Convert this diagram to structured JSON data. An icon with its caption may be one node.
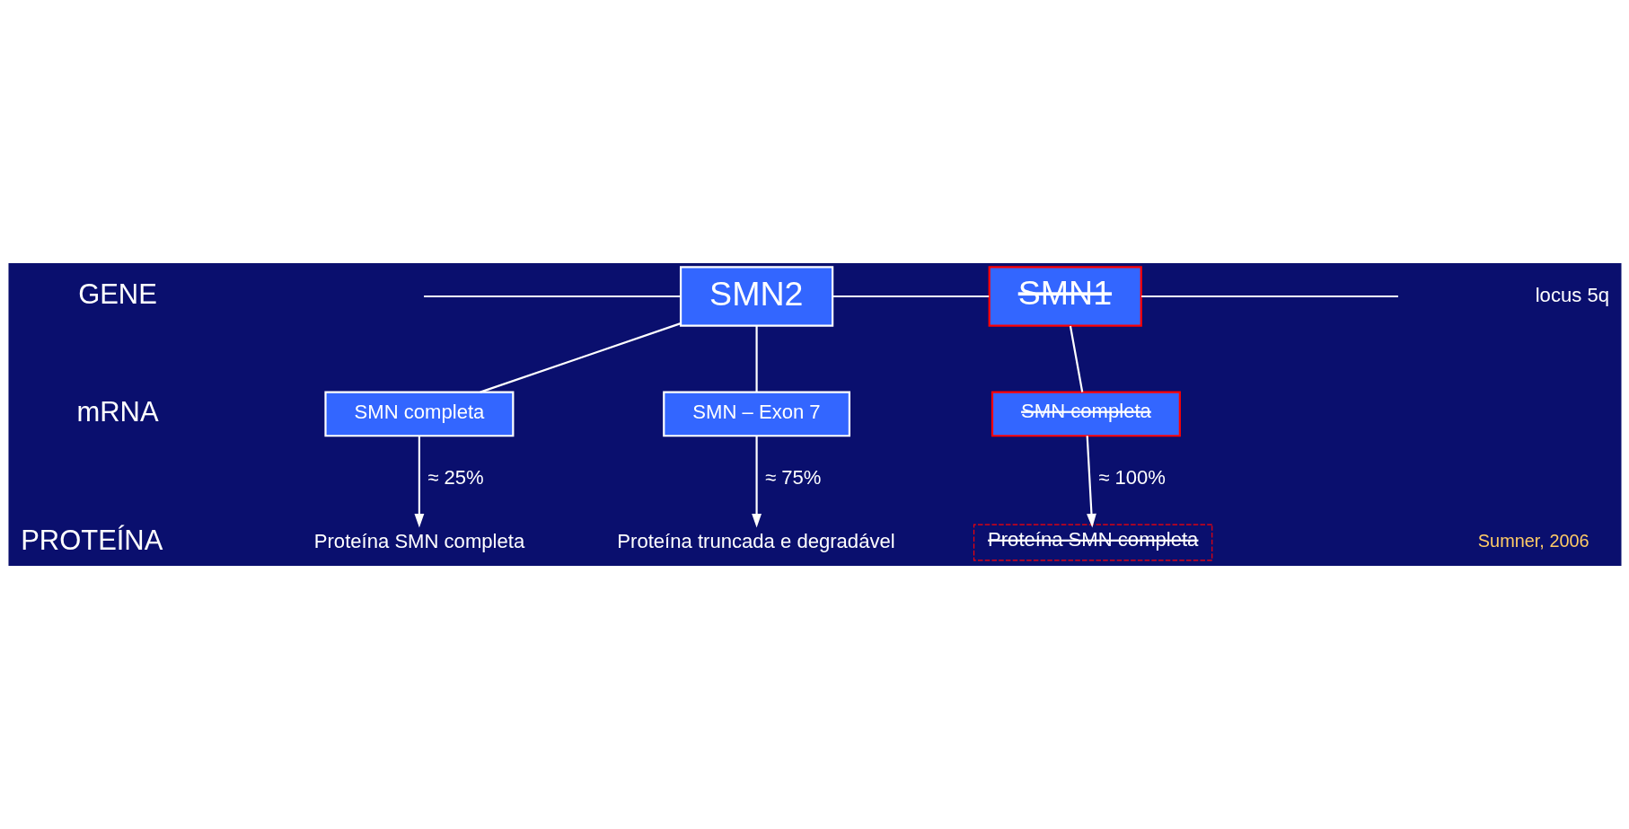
{
  "diagram": {
    "nodes": [
      {
        "text": [
          "SMN2"
        ]
      },
      {
        "text": [
          "SMN1"
        ]
      },
      {
        "text": [
          "SMN completa"
        ]
      },
      {
        "text": [
          "SMN – Exon 7"
        ]
      },
      {
        "text": [
          "SMN completa"
        ]
      },
      {
        "text": [
          "Proteína SMN completa"
        ]
      },
      {
        "text": [
          "Proteína truncada e degradável"
        ]
      },
      {
        "text": [
          "Proteína SMN completa"
        ]
      }
    ],
    "edges": [
      {
        "from": null,
        "to": 0,
        "arrow": "none"
      },
      {
        "from": 0,
        "to": 1,
        "arrow": "none"
      },
      {
        "from": 1,
        "to": null,
        "arrow": "none"
      },
      {
        "from": 0,
        "to": 2,
        "arrow": "none"
      },
      {
        "from": 0,
        "to": 3,
        "arrow": "none"
      },
      {
        "from": 1,
        "to": 4,
        "arrow": "none"
      },
      {
        "from": 2,
        "to": 5,
        "arrow": "to",
        "label": "≈ 25%"
      },
      {
        "from": 3,
        "to": 6,
        "arrow": "to",
        "label": "≈ 75%"
      },
      {
        "from": 4,
        "to": 7,
        "arrow": "to",
        "label": "≈ 100%"
      }
    ],
    "labels": [
      "GENE",
      "locus 5q",
      "mRNA",
      "PROTEÍNA",
      "Sumner, 2006"
    ]
  }
}
